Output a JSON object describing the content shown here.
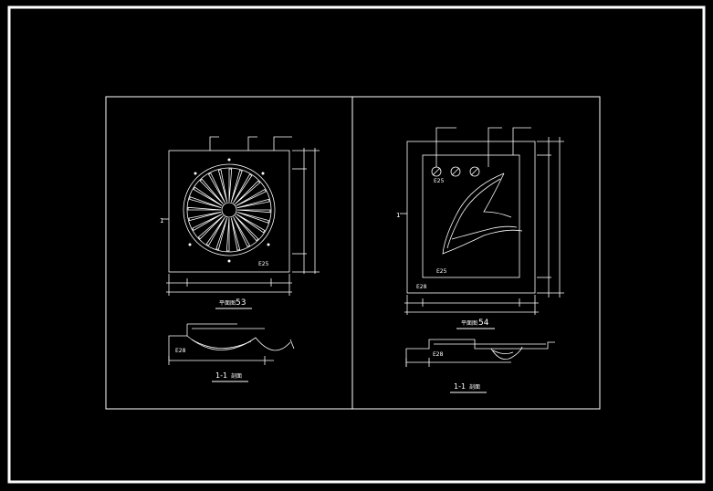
{
  "colors": {
    "background": "#000000",
    "line": "#ffffff",
    "frame": "#ffffff"
  },
  "sheet": {
    "left_panel": {
      "plan_title": "53",
      "plan_title_cjk": "平面图",
      "section_title": "1-1",
      "section_title_cjk": "剖面",
      "elev_labels": [
        "E25",
        "E28"
      ],
      "marker": "1"
    },
    "right_panel": {
      "plan_title": "54",
      "plan_title_cjk": "平面图",
      "section_title": "1-1",
      "section_title_cjk": "剖面",
      "elev_labels": [
        "E25",
        "E25",
        "E28",
        "E28"
      ],
      "marker": "1"
    }
  }
}
